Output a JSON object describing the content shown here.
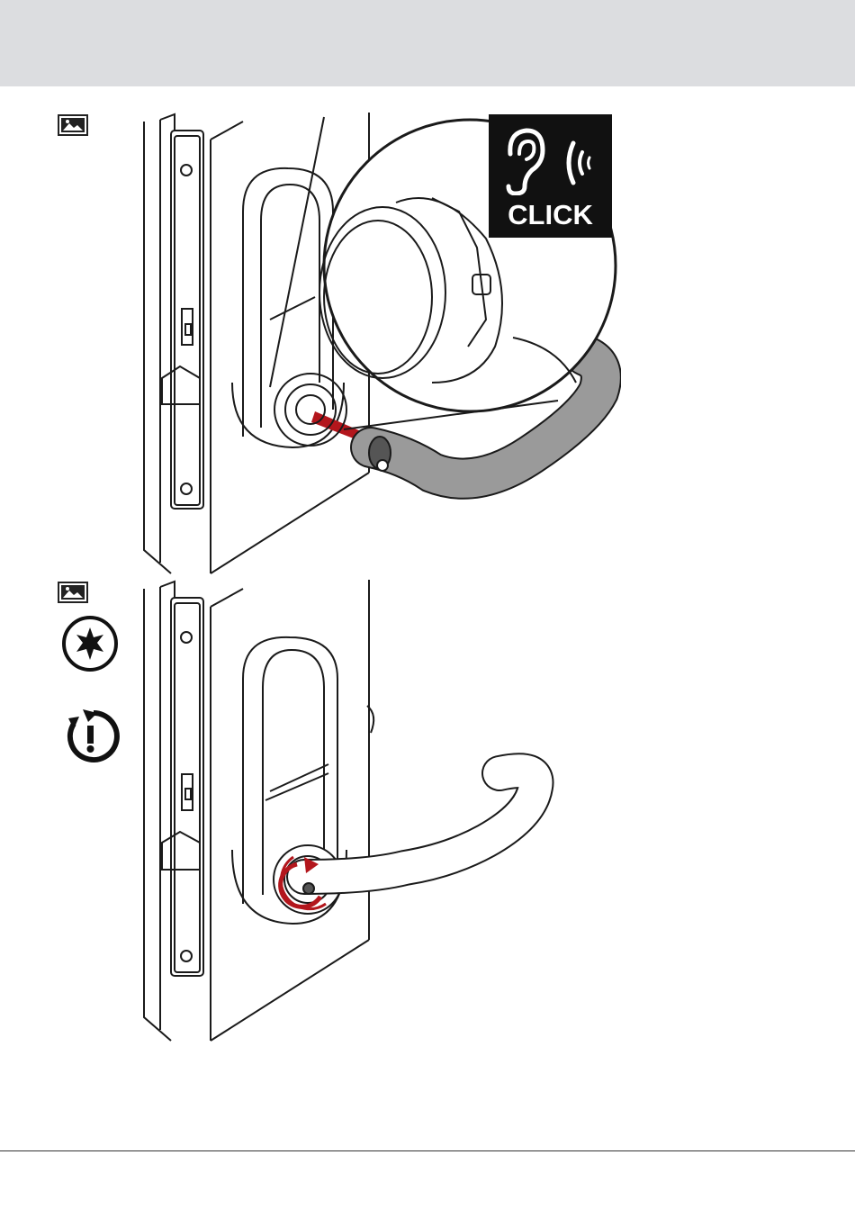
{
  "header": {
    "band_color": "#dcdde0"
  },
  "steps": [
    {
      "icon": "image-icon",
      "badge": {
        "icon": "ear-icon",
        "sound_icon": "sound-waves-icon",
        "label": "CLICK"
      },
      "illustration": "handle-insert-illustration"
    },
    {
      "icon": "image-icon",
      "tools": [
        "torx-icon",
        "rotate-caution-icon"
      ],
      "illustration": "handle-rotate-illustration"
    }
  ],
  "colors": {
    "accent_red": "#b3161c",
    "handle_gray": "#9a9a9a",
    "line": "#1a1a1a"
  }
}
